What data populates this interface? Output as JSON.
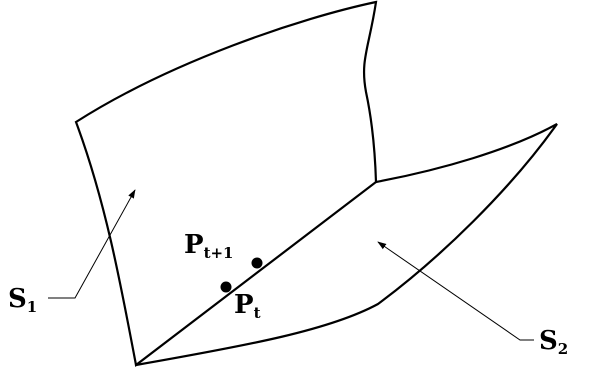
{
  "diagram": {
    "labels": {
      "s1": {
        "main": "S",
        "sub": "1"
      },
      "s2": {
        "main": "S",
        "sub": "2"
      },
      "pt": {
        "main": "P",
        "sub": "t"
      },
      "pt1": {
        "main": "P",
        "sub": "t+1"
      }
    },
    "colors": {
      "stroke": "#000000",
      "background": "#ffffff"
    }
  }
}
